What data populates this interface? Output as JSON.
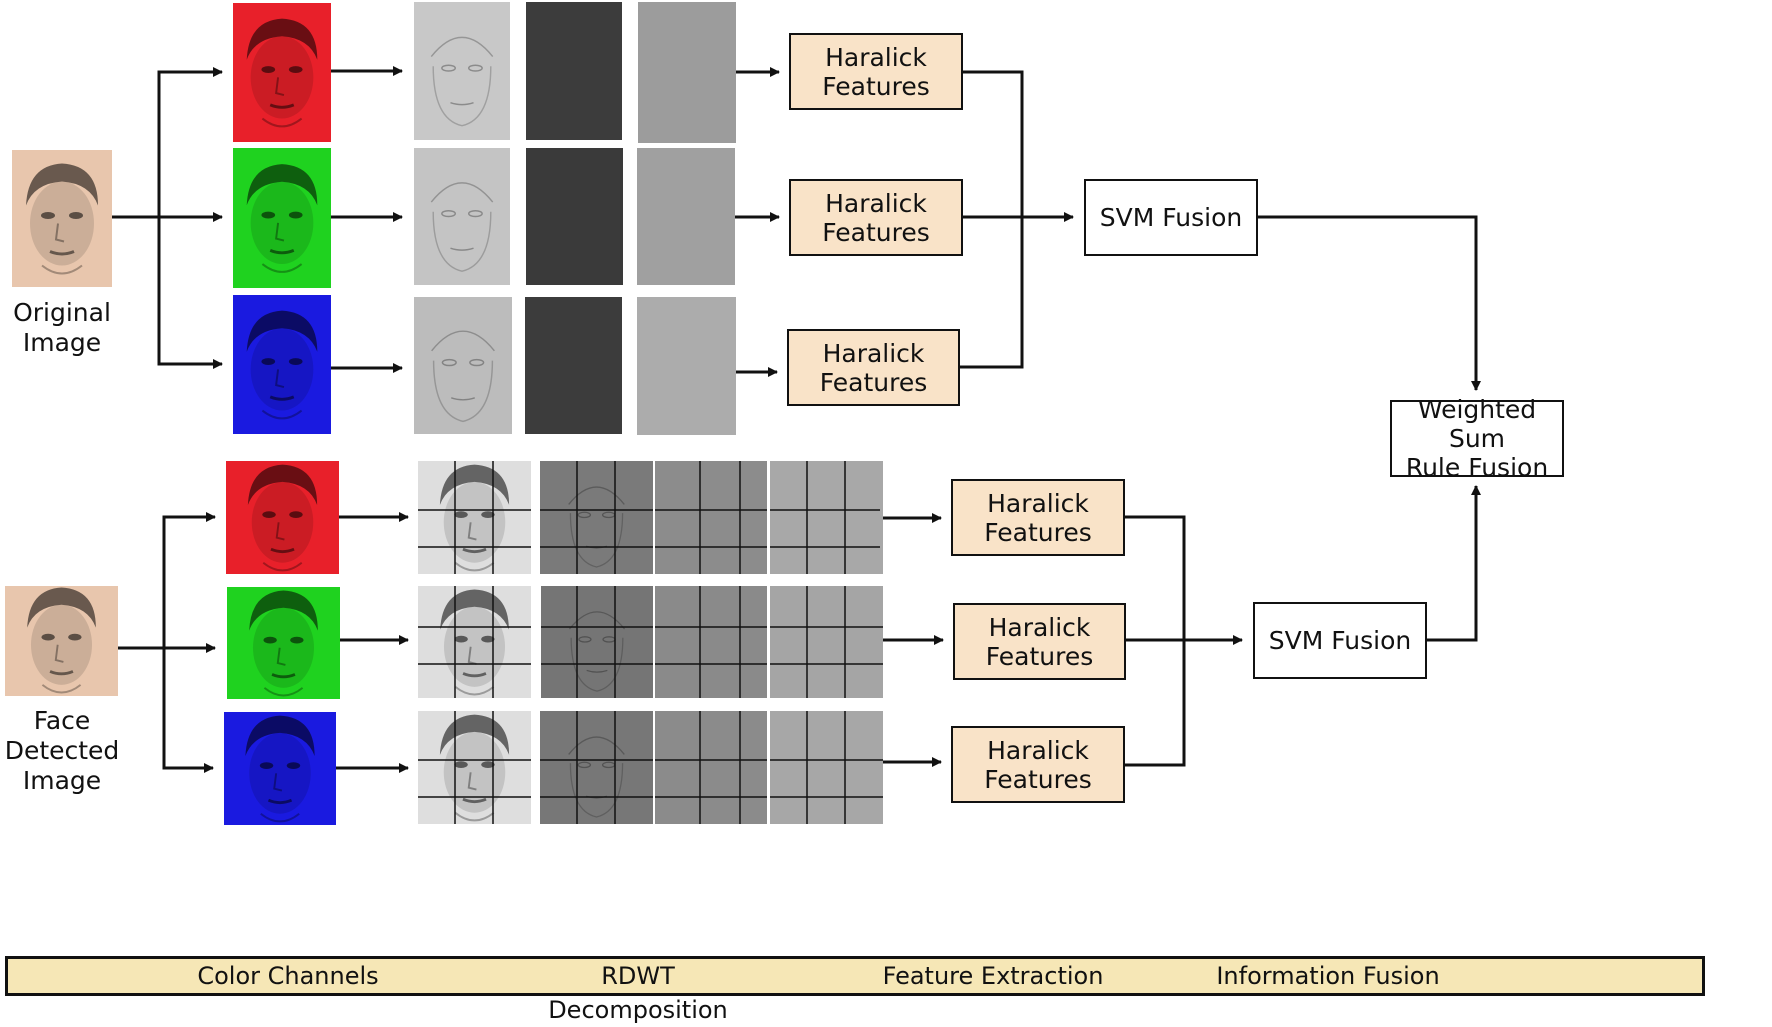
{
  "labels": {
    "original_image": [
      "Original",
      "Image"
    ],
    "face_detected_image": [
      "Face",
      "Detected",
      "Image"
    ]
  },
  "top_pipeline": {
    "feature_boxes": [
      [
        "Haralick",
        "Features"
      ],
      [
        "Haralick",
        "Features"
      ],
      [
        "Haralick",
        "Features"
      ]
    ],
    "fusion_box": "SVM Fusion"
  },
  "bottom_pipeline": {
    "feature_boxes": [
      [
        "Haralick",
        "Features"
      ],
      [
        "Haralick",
        "Features"
      ],
      [
        "Haralick",
        "Features"
      ]
    ],
    "fusion_box": "SVM Fusion"
  },
  "final_fusion": [
    "Weighted Sum",
    "Rule Fusion"
  ],
  "stages": [
    "Color Channels",
    "RDWT Decomposition",
    "Feature Extraction",
    "Information Fusion"
  ],
  "colors": {
    "red_channel": "#e8202a",
    "green_channel": "#1fd21f",
    "blue_channel": "#1a1ae0",
    "feature_box_fill": "#f9e3c8",
    "stage_bar_fill": "#f6e7b6",
    "skin": "#e8c6ad"
  }
}
